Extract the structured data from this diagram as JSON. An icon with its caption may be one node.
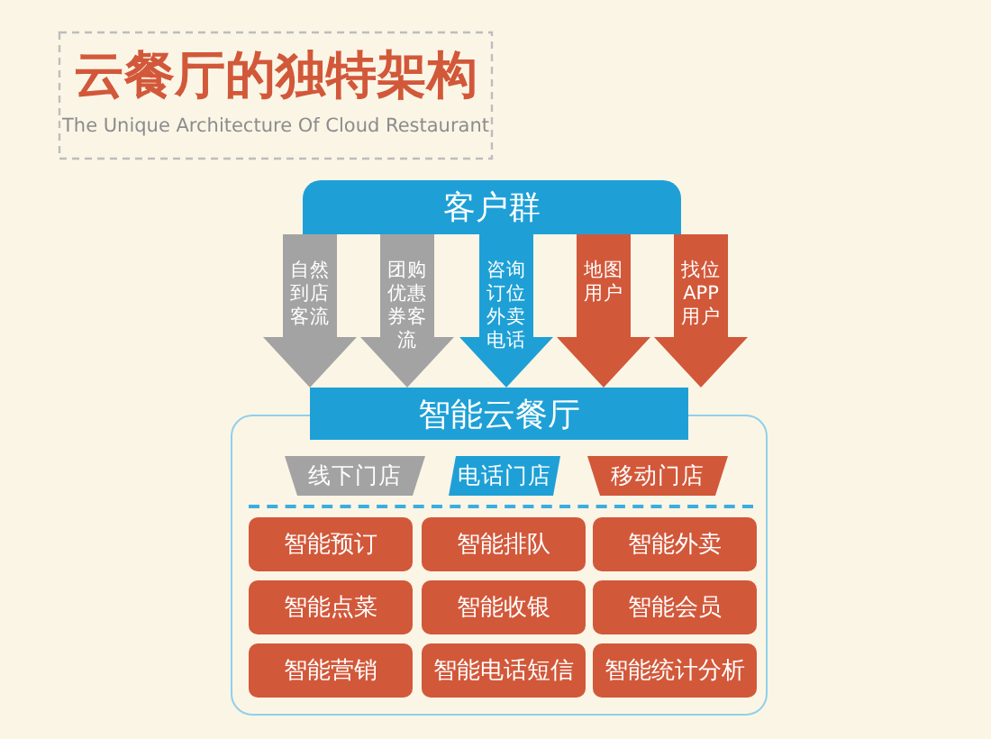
{
  "diagram": {
    "title": "云餐厅的独特架构",
    "nodes": [
      {
        "text": [
          "客户群"
        ]
      },
      {
        "text": [
          "智能云餐厅"
        ]
      },
      {
        "text": [],
        "shape": "box"
      },
      {
        "text": [
          "线下门店"
        ],
        "in": 2
      },
      {
        "text": [
          "电话门店"
        ],
        "in": 2
      },
      {
        "text": [
          "移动门店"
        ],
        "in": 2
      },
      {
        "text": [
          "智能预订"
        ],
        "in": 2
      },
      {
        "text": [
          "智能排队"
        ],
        "in": 2
      },
      {
        "text": [
          "智能外卖"
        ],
        "in": 2
      },
      {
        "text": [
          "智能点菜"
        ],
        "in": 2
      },
      {
        "text": [
          "智能收银"
        ],
        "in": 2
      },
      {
        "text": [
          "智能会员"
        ],
        "in": 2
      },
      {
        "text": [
          "智能营销"
        ],
        "in": 2
      },
      {
        "text": [
          "智能电话短信"
        ],
        "in": 2
      },
      {
        "text": [
          "智能统计分析"
        ],
        "in": 2
      }
    ],
    "edges": [
      {
        "from": 0,
        "to": 1,
        "arrow": "to",
        "label": "自然到店客流",
        "style": "thick",
        "color": "#a3a3a3"
      },
      {
        "from": 0,
        "to": 1,
        "arrow": "to",
        "label": "团购优惠券客流",
        "style": "thick",
        "color": "#a3a3a3"
      },
      {
        "from": 0,
        "to": 1,
        "arrow": "to",
        "label": "咨询订位外卖电话",
        "style": "thick",
        "color": "#1ea0d6"
      },
      {
        "from": 0,
        "to": 1,
        "arrow": "to",
        "label": "地图用户",
        "style": "thick",
        "color": "#d2583a"
      },
      {
        "from": 0,
        "to": 1,
        "arrow": "to",
        "label": "找位APP用户",
        "style": "thick",
        "color": "#d2583a"
      }
    ],
    "labels": [
      "The Unique Architecture Of Cloud Restaurant"
    ]
  }
}
